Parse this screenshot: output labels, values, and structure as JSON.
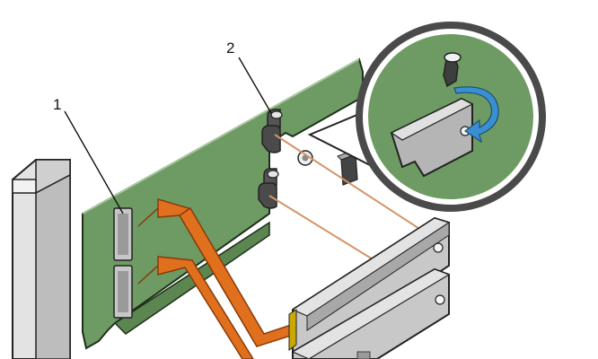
{
  "callouts": [
    {
      "id": "1",
      "label": "1"
    },
    {
      "id": "2",
      "label": "2"
    }
  ],
  "colors": {
    "board": "#6e9b63",
    "board_edge": "#3f6238",
    "bracket": "#d9d9d9",
    "bracket_shadow": "#a8a8a8",
    "arrow": "#e0701e",
    "arrow_edge": "#8a3b08",
    "ssd_top": "#c8c8c8",
    "ssd_side": "#8f8f8f",
    "connector": "#c0c0c0",
    "latch": "#555555",
    "rotation_arrow": "#3a8fd0",
    "leader_line": "#d2956a"
  },
  "icons": [
    "bracket",
    "adapter-board",
    "m2-ssd",
    "retention-latch",
    "rotate-arrow",
    "insert-arrow"
  ]
}
